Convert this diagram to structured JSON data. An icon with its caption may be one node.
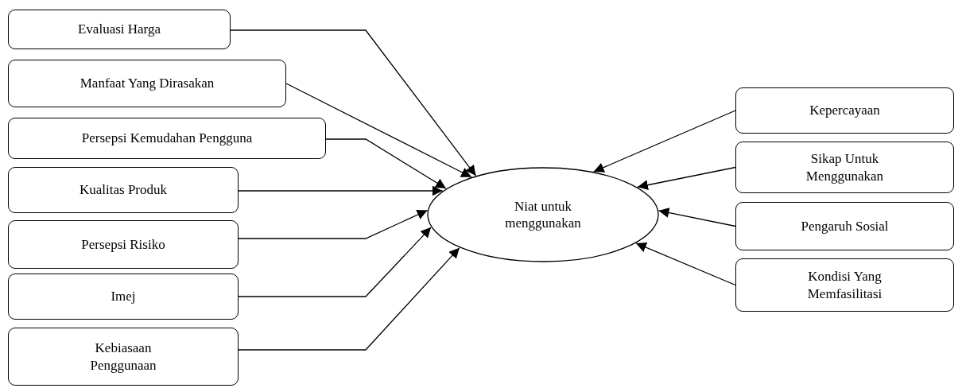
{
  "diagram": {
    "nodes": [
      {
        "text": [
          "Evaluasi Harga"
        ]
      },
      {
        "text": [
          "Manfaat Yang Dirasakan"
        ]
      },
      {
        "text": [
          "Persepsi Kemudahan Pengguna"
        ]
      },
      {
        "text": [
          "Kualitas Produk"
        ]
      },
      {
        "text": [
          "Persepsi Risiko"
        ]
      },
      {
        "text": [
          "Imej"
        ]
      },
      {
        "text": [
          "Kebiasaan Penggunaan"
        ]
      },
      {
        "text": [
          "Niat untuk menggunakan"
        ]
      },
      {
        "text": [
          "Kepercayaan"
        ]
      },
      {
        "text": [
          "Sikap Untuk Menggunakan"
        ]
      },
      {
        "text": [
          "Pengaruh Sosial"
        ]
      },
      {
        "text": [
          "Kondisi Yang Memfasilitasi"
        ]
      }
    ],
    "edges": [
      {
        "from": 0,
        "to": 7,
        "arrow": "to"
      },
      {
        "from": 1,
        "to": 7,
        "arrow": "to"
      },
      {
        "from": 2,
        "to": 7,
        "arrow": "to"
      },
      {
        "from": 3,
        "to": 7,
        "arrow": "to"
      },
      {
        "from": 4,
        "to": 7,
        "arrow": "to"
      },
      {
        "from": 5,
        "to": 7,
        "arrow": "to"
      },
      {
        "from": 6,
        "to": 7,
        "arrow": "to"
      },
      {
        "from": 8,
        "to": 7,
        "arrow": "to"
      },
      {
        "from": 9,
        "to": 7,
        "arrow": "to"
      },
      {
        "from": 10,
        "to": 7,
        "arrow": "to"
      },
      {
        "from": 11,
        "to": 7,
        "arrow": "to"
      }
    ]
  }
}
